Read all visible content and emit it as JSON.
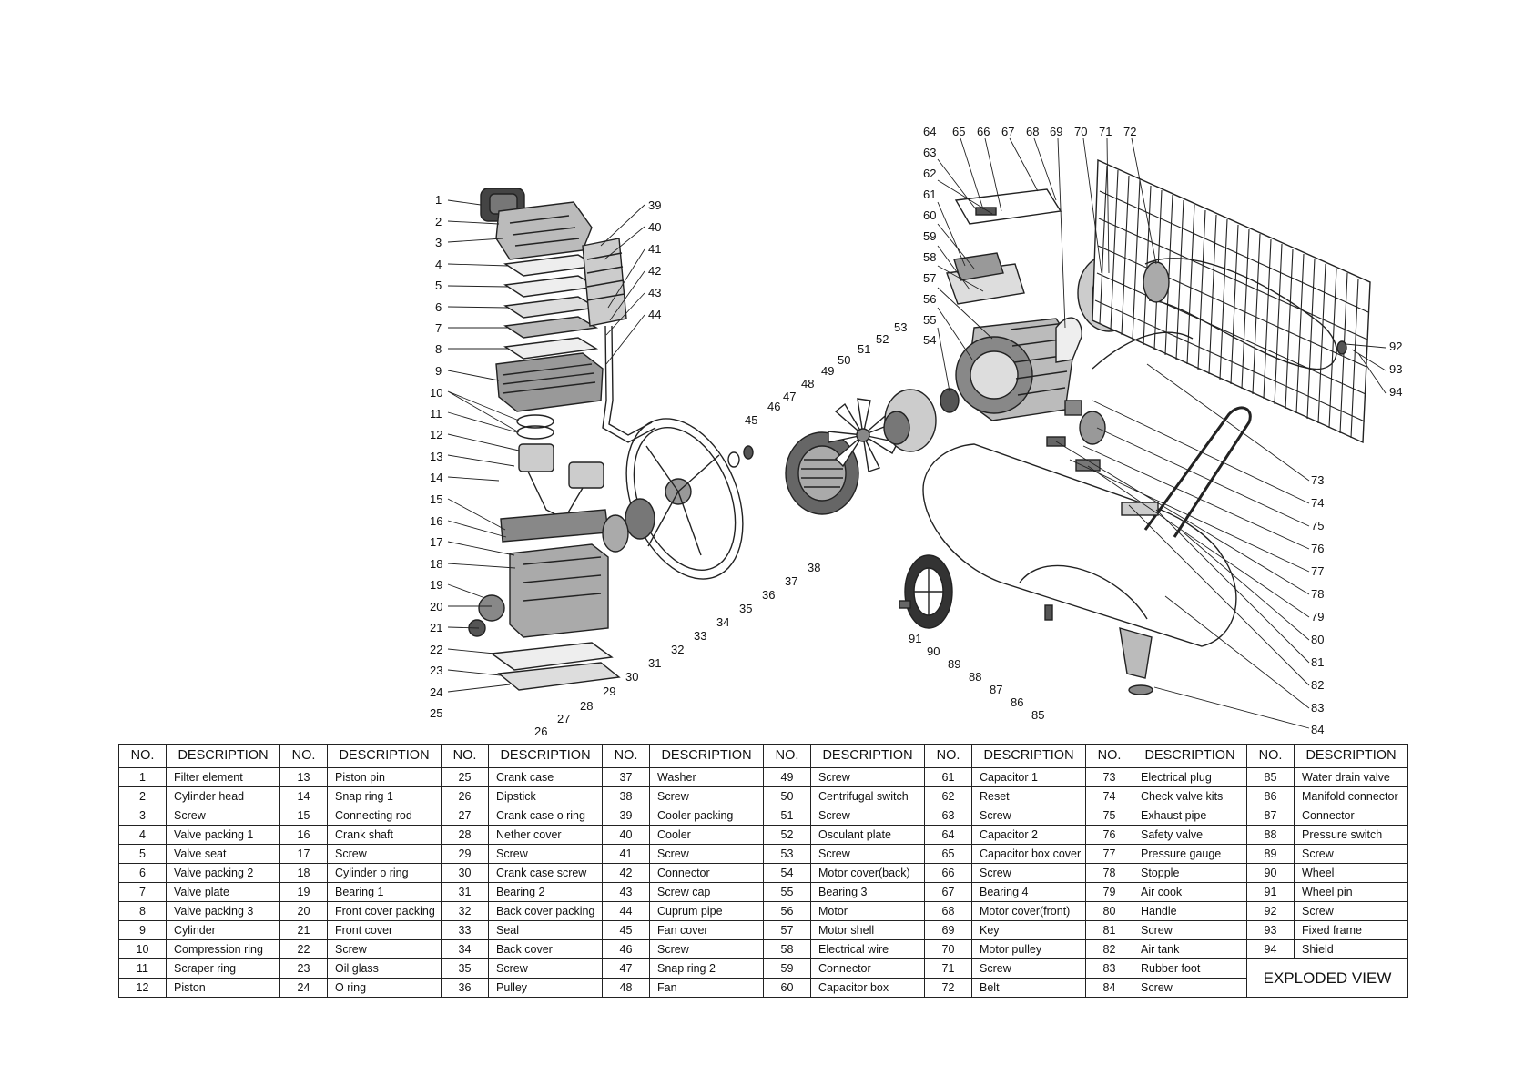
{
  "table": {
    "headers": {
      "no": "NO.",
      "description": "DESCRIPTION"
    },
    "parts": [
      {
        "no": "1",
        "desc": "Filter element"
      },
      {
        "no": "2",
        "desc": "Cylinder head"
      },
      {
        "no": "3",
        "desc": "Screw"
      },
      {
        "no": "4",
        "desc": "Valve packing 1"
      },
      {
        "no": "5",
        "desc": "Valve seat"
      },
      {
        "no": "6",
        "desc": "Valve packing 2"
      },
      {
        "no": "7",
        "desc": "Valve plate"
      },
      {
        "no": "8",
        "desc": "Valve packing 3"
      },
      {
        "no": "9",
        "desc": "Cylinder"
      },
      {
        "no": "10",
        "desc": "Compression ring"
      },
      {
        "no": "11",
        "desc": "Scraper ring"
      },
      {
        "no": "12",
        "desc": "Piston"
      },
      {
        "no": "13",
        "desc": "Piston pin"
      },
      {
        "no": "14",
        "desc": "Snap ring 1"
      },
      {
        "no": "15",
        "desc": "Connecting rod"
      },
      {
        "no": "16",
        "desc": "Crank shaft"
      },
      {
        "no": "17",
        "desc": "Screw"
      },
      {
        "no": "18",
        "desc": "Cylinder o ring"
      },
      {
        "no": "19",
        "desc": "Bearing 1"
      },
      {
        "no": "20",
        "desc": "Front cover packing"
      },
      {
        "no": "21",
        "desc": "Front cover"
      },
      {
        "no": "22",
        "desc": "Screw"
      },
      {
        "no": "23",
        "desc": "Oil glass"
      },
      {
        "no": "24",
        "desc": "O ring"
      },
      {
        "no": "25",
        "desc": "Crank case"
      },
      {
        "no": "26",
        "desc": "Dipstick"
      },
      {
        "no": "27",
        "desc": "Crank case o ring"
      },
      {
        "no": "28",
        "desc": "Nether cover"
      },
      {
        "no": "29",
        "desc": "Screw"
      },
      {
        "no": "30",
        "desc": "Crank case screw"
      },
      {
        "no": "31",
        "desc": "Bearing 2"
      },
      {
        "no": "32",
        "desc": "Back cover packing"
      },
      {
        "no": "33",
        "desc": "Seal"
      },
      {
        "no": "34",
        "desc": "Back cover"
      },
      {
        "no": "35",
        "desc": "Screw"
      },
      {
        "no": "36",
        "desc": "Pulley"
      },
      {
        "no": "37",
        "desc": "Washer"
      },
      {
        "no": "38",
        "desc": "Screw"
      },
      {
        "no": "39",
        "desc": "Cooler packing"
      },
      {
        "no": "40",
        "desc": "Cooler"
      },
      {
        "no": "41",
        "desc": "Screw"
      },
      {
        "no": "42",
        "desc": "Connector"
      },
      {
        "no": "43",
        "desc": "Screw cap"
      },
      {
        "no": "44",
        "desc": "Cuprum pipe"
      },
      {
        "no": "45",
        "desc": "Fan cover"
      },
      {
        "no": "46",
        "desc": "Screw"
      },
      {
        "no": "47",
        "desc": "Snap ring 2"
      },
      {
        "no": "48",
        "desc": "Fan"
      },
      {
        "no": "49",
        "desc": "Screw"
      },
      {
        "no": "50",
        "desc": "Centrifugal switch"
      },
      {
        "no": "51",
        "desc": "Screw"
      },
      {
        "no": "52",
        "desc": "Osculant plate"
      },
      {
        "no": "53",
        "desc": "Screw"
      },
      {
        "no": "54",
        "desc": "Motor cover(back)"
      },
      {
        "no": "55",
        "desc": "Bearing 3"
      },
      {
        "no": "56",
        "desc": "Motor"
      },
      {
        "no": "57",
        "desc": "Motor shell"
      },
      {
        "no": "58",
        "desc": "Electrical wire"
      },
      {
        "no": "59",
        "desc": "Connector"
      },
      {
        "no": "60",
        "desc": "Capacitor box"
      },
      {
        "no": "61",
        "desc": "Capacitor 1"
      },
      {
        "no": "62",
        "desc": "Reset"
      },
      {
        "no": "63",
        "desc": "Screw"
      },
      {
        "no": "64",
        "desc": "Capacitor 2"
      },
      {
        "no": "65",
        "desc": "Capacitor box cover"
      },
      {
        "no": "66",
        "desc": "Screw"
      },
      {
        "no": "67",
        "desc": "Bearing 4"
      },
      {
        "no": "68",
        "desc": "Motor cover(front)"
      },
      {
        "no": "69",
        "desc": "Key"
      },
      {
        "no": "70",
        "desc": "Motor pulley"
      },
      {
        "no": "71",
        "desc": "Screw"
      },
      {
        "no": "72",
        "desc": "Belt"
      },
      {
        "no": "73",
        "desc": "Electrical plug"
      },
      {
        "no": "74",
        "desc": "Check valve kits"
      },
      {
        "no": "75",
        "desc": "Exhaust pipe"
      },
      {
        "no": "76",
        "desc": "Safety valve"
      },
      {
        "no": "77",
        "desc": "Pressure gauge"
      },
      {
        "no": "78",
        "desc": "Stopple"
      },
      {
        "no": "79",
        "desc": "Air cook"
      },
      {
        "no": "80",
        "desc": "Handle"
      },
      {
        "no": "81",
        "desc": "Screw"
      },
      {
        "no": "82",
        "desc": "Air tank"
      },
      {
        "no": "83",
        "desc": "Rubber foot"
      },
      {
        "no": "84",
        "desc": "Screw"
      },
      {
        "no": "85",
        "desc": "Water drain valve"
      },
      {
        "no": "86",
        "desc": "Manifold connector"
      },
      {
        "no": "87",
        "desc": "Connector"
      },
      {
        "no": "88",
        "desc": "Pressure switch"
      },
      {
        "no": "89",
        "desc": "Screw"
      },
      {
        "no": "90",
        "desc": "Wheel"
      },
      {
        "no": "91",
        "desc": "Wheel pin"
      },
      {
        "no": "92",
        "desc": "Screw"
      },
      {
        "no": "93",
        "desc": "Fixed frame"
      },
      {
        "no": "94",
        "desc": "Shield"
      }
    ],
    "caption": "EXPLODED VIEW"
  },
  "callouts": [
    "1",
    "2",
    "3",
    "4",
    "5",
    "6",
    "7",
    "8",
    "9",
    "10",
    "11",
    "12",
    "13",
    "14",
    "15",
    "16",
    "17",
    "18",
    "19",
    "20",
    "21",
    "22",
    "23",
    "24",
    "25",
    "26",
    "27",
    "28",
    "29",
    "30",
    "31",
    "32",
    "33",
    "34",
    "35",
    "36",
    "37",
    "38",
    "39",
    "40",
    "41",
    "42",
    "43",
    "44",
    "45",
    "46",
    "47",
    "48",
    "49",
    "50",
    "51",
    "52",
    "53",
    "54",
    "55",
    "56",
    "57",
    "58",
    "59",
    "60",
    "61",
    "62",
    "63",
    "64",
    "65",
    "66",
    "67",
    "68",
    "69",
    "70",
    "71",
    "72",
    "73",
    "74",
    "75",
    "76",
    "77",
    "78",
    "79",
    "80",
    "81",
    "82",
    "83",
    "84",
    "85",
    "86",
    "87",
    "88",
    "89",
    "90",
    "91",
    "92",
    "93",
    "94"
  ]
}
